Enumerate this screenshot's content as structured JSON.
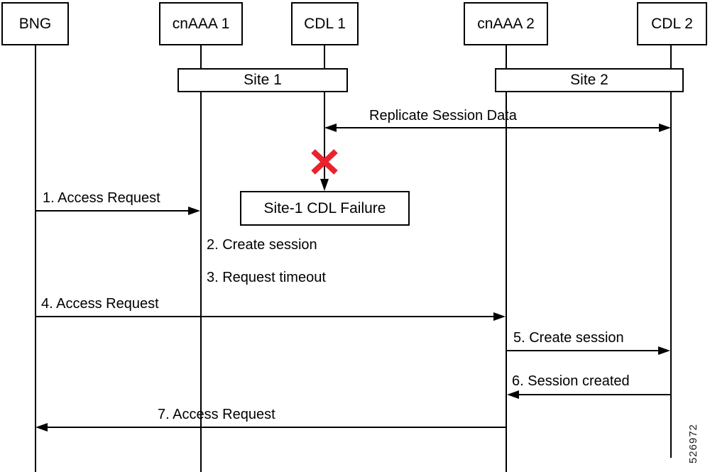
{
  "colors": {
    "line": "#000000",
    "background": "#ffffff",
    "failure_x": "#e8232e"
  },
  "diagram": {
    "type": "sequence",
    "actors": [
      {
        "id": "bng",
        "label": "BNG"
      },
      {
        "id": "cnaaa1",
        "label": "cnAAA 1"
      },
      {
        "id": "cdl1",
        "label": "CDL 1"
      },
      {
        "id": "cnaaa2",
        "label": "cnAAA 2"
      },
      {
        "id": "cdl2",
        "label": "CDL 2"
      }
    ],
    "sites": [
      {
        "label": "Site 1",
        "members": [
          "cnAAA 1",
          "CDL 1"
        ]
      },
      {
        "label": "Site 2",
        "members": [
          "cnAAA 2",
          "CDL 2"
        ]
      }
    ],
    "replicate_label": "Replicate Session Data",
    "failure_note": "Site-1 CDL Failure",
    "messages": [
      {
        "label": "1. Access Request",
        "from": "BNG",
        "to": "cnAAA 1",
        "arrow": "right"
      },
      {
        "label": "2. Create session",
        "arrow": "none"
      },
      {
        "label": "3. Request timeout",
        "arrow": "none"
      },
      {
        "label": "4. Access Request",
        "from": "BNG",
        "to": "cnAAA 2",
        "arrow": "right"
      },
      {
        "label": "5. Create session",
        "from": "cnAAA 2",
        "to": "CDL 2",
        "arrow": "right"
      },
      {
        "label": "6. Session created",
        "from": "CDL 2",
        "to": "cnAAA 2",
        "arrow": "left"
      },
      {
        "label": "7. Access Request",
        "from": "cnAAA 2",
        "to": "BNG",
        "arrow": "left"
      }
    ],
    "figure_id": "526972"
  }
}
